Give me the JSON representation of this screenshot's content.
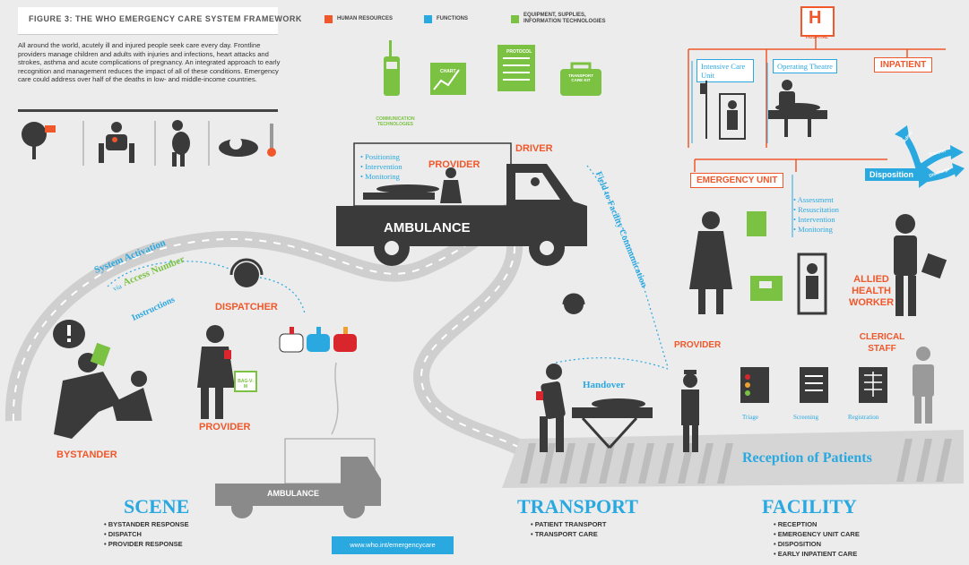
{
  "header": {
    "title": "FIGURE 3: THE WHO EMERGENCY CARE SYSTEM FRAMEWORK",
    "intro": "All around the world, acutely ill and injured people seek care every day. Frontline providers manage children and adults with injuries and infections, heart attacks and strokes, asthma and acute complications of pregnancy. An integrated approach to early recognition and management reduces the impact of all of these conditions. Emergency care could address over half of the deaths in low- and middle-income countries."
  },
  "legend": [
    {
      "label": "HUMAN RESOURCES",
      "color": "#f0572a"
    },
    {
      "label": "FUNCTIONS",
      "color": "#2aa8e0"
    },
    {
      "label": "EQUIPMENT, SUPPLIES, INFORMATION TECHNOLOGIES",
      "color": "#7bc142"
    }
  ],
  "equipment": {
    "comms_caption": "COMMUNICATION TECHNOLOGIES",
    "chart_label": "CHART",
    "protocol_label": "PROTOCOL",
    "kit_label": "TRANSPORT CARE KIT"
  },
  "ambulance": {
    "label": "AMBULANCE",
    "provider": "PROVIDER",
    "driver": "DRIVER",
    "functions": [
      "• Positioning",
      "• Intervention",
      "• Monitoring"
    ]
  },
  "hospital": {
    "letter": "H",
    "caption": "HOSPITAL",
    "icu": "Intensive Care Unit",
    "operating": "Operating Theatre",
    "inpatient": "INPATIENT",
    "emergency_unit": "EMERGENCY UNIT",
    "disposition": "Disposition",
    "arrows": [
      "Admit",
      "Transfer",
      "Discharge"
    ]
  },
  "facility_staff": {
    "functions": [
      "• Assessment",
      "• Resuscitation",
      "• Intervention",
      "• Monitoring"
    ],
    "allied": "ALLIED HEALTH WORKER",
    "clerical": "CLERICAL STAFF",
    "provider": "PROVIDER",
    "handover": "Handover",
    "clipboards": [
      "Triage",
      "Screening",
      "Registration"
    ],
    "reception": "Reception of Patients"
  },
  "scene": {
    "system_activation": "System Activation",
    "via": "via",
    "access_number": "Access Number",
    "instructions": "Instructions",
    "dispatcher": "DISPATCHER",
    "bystander": "BYSTANDER",
    "provider": "PROVIDER",
    "bag_label": "BAG-V-M",
    "small_ambulance": "AMBULANCE"
  },
  "field_comm": "Field to Facility Communication",
  "sections": {
    "scene": {
      "title": "SCENE",
      "items": [
        "• BYSTANDER RESPONSE",
        "• DISPATCH",
        "• PROVIDER RESPONSE"
      ]
    },
    "transport": {
      "title": "TRANSPORT",
      "items": [
        "• PATIENT TRANSPORT",
        "• TRANSPORT CARE"
      ]
    },
    "facility": {
      "title": "FACILITY",
      "items": [
        "• RECEPTION",
        "• EMERGENCY UNIT CARE",
        "• DISPOSITION",
        "• EARLY INPATIENT CARE"
      ]
    }
  },
  "url": "www.who.int/emergencycare"
}
